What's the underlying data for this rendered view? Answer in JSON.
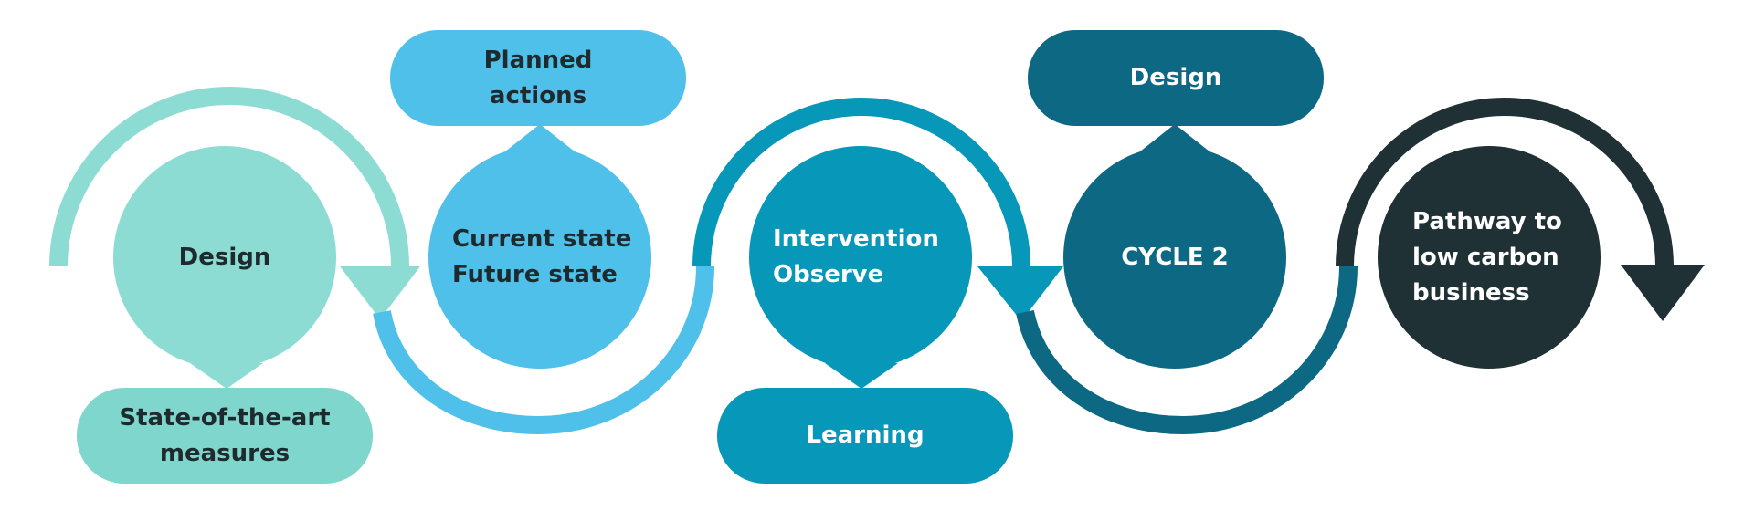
{
  "colors": {
    "stage1": "#8DDCD3",
    "stage2": "#4FC0EA",
    "stage3": "#0797B9",
    "stage4": "#0D6883",
    "stage5": "#1F3135",
    "label_dark": "#1F2A2E",
    "label_light": "#FFFFFF"
  },
  "stages": [
    {
      "circle_label": "Design",
      "pill_label": "State-of-the-art\nmeasures"
    },
    {
      "circle_label": "Current state\nFuture state",
      "pill_label": "Planned\nactions"
    },
    {
      "circle_label": "Intervention\nObserve",
      "pill_label": "Learning"
    },
    {
      "circle_label": "CYCLE 2",
      "pill_label": "Design"
    },
    {
      "circle_label": "Pathway to\nlow carbon\nbusiness"
    }
  ]
}
